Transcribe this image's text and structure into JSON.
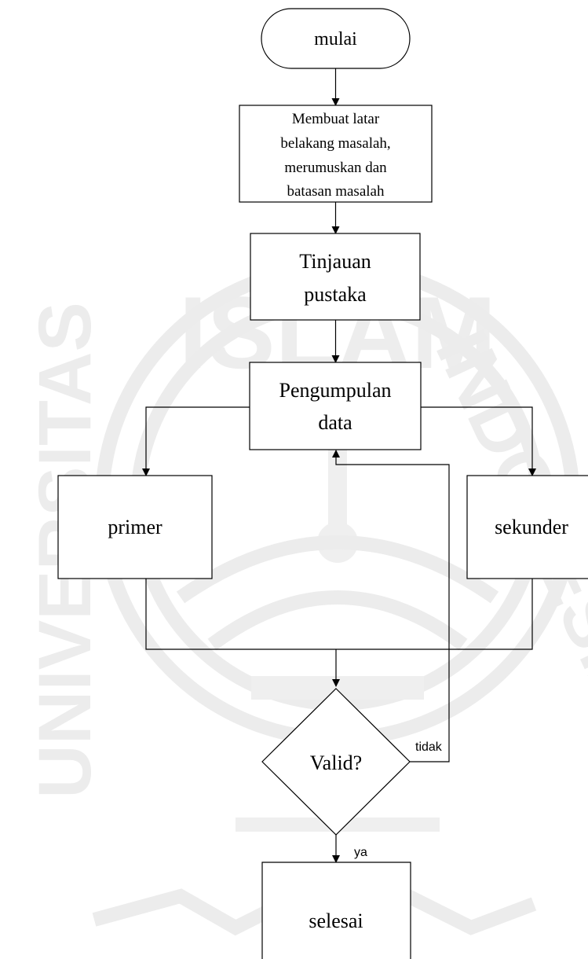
{
  "nodes": {
    "start": "mulai",
    "step1": [
      "Membuat latar",
      "belakang masalah,",
      "merumuskan dan",
      "batasan masalah"
    ],
    "step2": [
      "Tinjauan",
      "pustaka"
    ],
    "step3": [
      "Pengumpulan",
      "data"
    ],
    "primer": "primer",
    "sekunder": "sekunder",
    "decision": "Valid?",
    "end": "selesai"
  },
  "edges": {
    "no_label": "tidak",
    "yes_label": "ya"
  },
  "watermark": {
    "top": "ISLAM",
    "left": "UNIVERSITAS",
    "right": "INDONESIA"
  }
}
